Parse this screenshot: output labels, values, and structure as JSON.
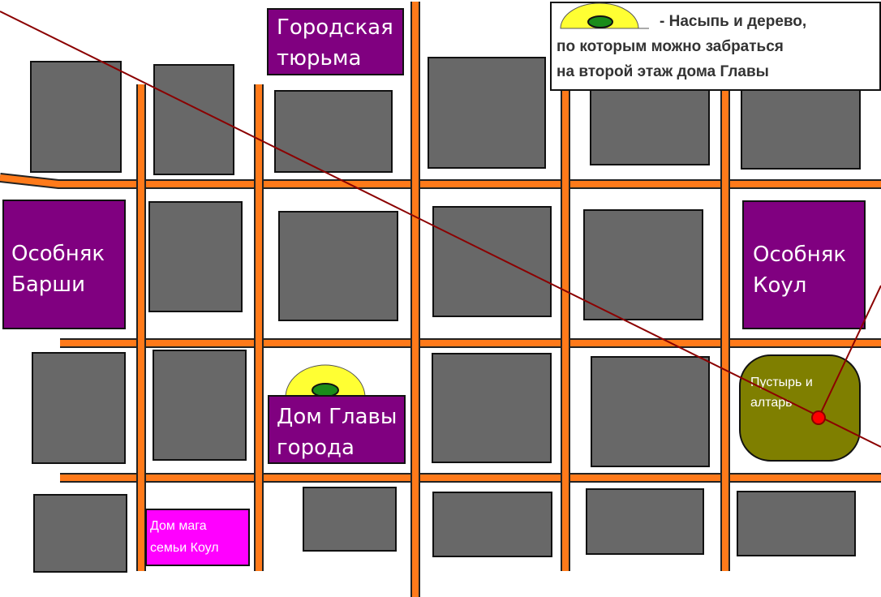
{
  "colors": {
    "road": "#ff7a1a",
    "road_outline": "#222222",
    "block": "#686868",
    "mansion": "#800080",
    "mage_house": "#ff00ff",
    "wasteland": "#7f7f00",
    "hill": "#ffff33",
    "tree": "#1a8c1a",
    "route_line": "#8b0000",
    "altar": "#ff0000"
  },
  "legend": {
    "icon": "hill-tree-icon",
    "line1": "- Насыпь и дерево,",
    "line2": "по которым можно забраться",
    "line3": "на второй этаж  дома Главы"
  },
  "places": {
    "prison": {
      "line1": "Городская",
      "line2": "тюрьма"
    },
    "barsha": {
      "line1": "Особняк",
      "line2": "Барши"
    },
    "koul": {
      "line1": "Особняк",
      "line2": "Коул"
    },
    "mayor": {
      "line1": "Дом Главы",
      "line2": "города"
    },
    "mage": {
      "line1": "Дом мага",
      "line2": "семьи Коул"
    },
    "altar": {
      "line1": "Пустырь и",
      "line2": "алтарь"
    }
  }
}
